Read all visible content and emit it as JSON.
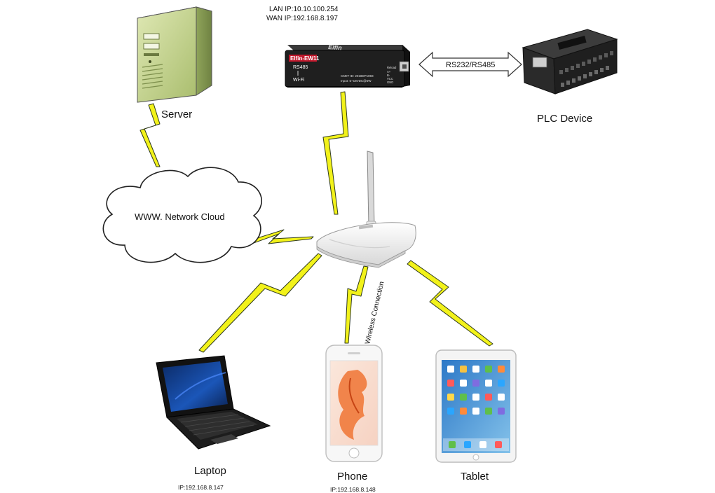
{
  "header": {
    "lan_ip": "LAN IP:10.10.100.254",
    "wan_ip": "WAN IP:192.168.8.197"
  },
  "converter": {
    "brand": "Elfin",
    "model": "Elfin-EW11",
    "rs485": "RS485",
    "wifi": "Wi-Fi",
    "cmiit": "CMIIT ID:  2018DP1893",
    "input": "Input:  5~18VDC@5W",
    "ports": [
      "Reload",
      "A+",
      "B-",
      "VCC",
      "GND"
    ]
  },
  "link": {
    "label": "RS232/RS485"
  },
  "nodes": {
    "server": "Server",
    "plc": "PLC Device",
    "cloud": "WWW. Network Cloud",
    "laptop": "Laptop",
    "laptop_ip": "IP:192.168.8.147",
    "phone": "Phone",
    "phone_ip": "IP:192.168.8.148",
    "tablet": "Tablet"
  },
  "wireless": {
    "label": "Wireless Connection"
  },
  "colors": {
    "bolt_fill": "#f2f21a",
    "bolt_stroke": "#2f3a1e",
    "server_body": "#c7d792",
    "converter_body": "#1f1f1f",
    "converter_accent": "#c0182c",
    "plc_body": "#2a2a2a",
    "router_body": "#f1f1f1"
  }
}
